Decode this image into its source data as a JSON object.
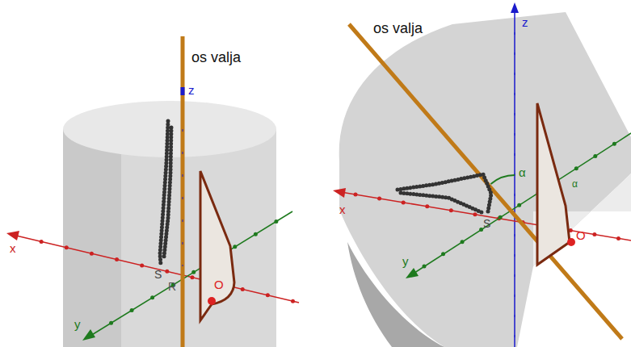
{
  "diagram": {
    "labels": [
      "os valja",
      "z",
      "x",
      "y",
      "S",
      "R",
      "O",
      "os valja",
      "z",
      "α",
      "x",
      "y",
      "S",
      "O",
      "α"
    ]
  }
}
